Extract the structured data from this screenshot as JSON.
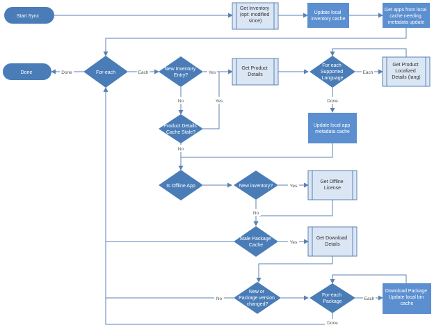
{
  "colors": {
    "shape_fill": "#4a7db8",
    "process_fill": "#5b8fd0",
    "subprocess_fill": "#dbe6f4",
    "subprocess_text": "#333333",
    "line": "#5a82b4",
    "label_bg": "#ffffff"
  },
  "nodes": {
    "start_sync": "Start Sync",
    "get_inventory": [
      "Get Inventory",
      "(opt: modified",
      "since)"
    ],
    "update_inventory_cache": [
      "Update local",
      "inventory cache"
    ],
    "get_apps_needing_update": [
      "Get apps from local",
      "cache needing",
      "metadata update"
    ],
    "done_terminal": "Done",
    "for_each_main": "For-each",
    "new_inventory_entry": [
      "New Inventory",
      "Entry?"
    ],
    "get_product_details": [
      "Get Product",
      "Details"
    ],
    "for_each_language": [
      "For each",
      "Supported",
      "Language"
    ],
    "get_product_localized": [
      "Get Product",
      "Localized",
      "Details (lang)"
    ],
    "product_details_stale": [
      "Product Details",
      "Cache Stale?"
    ],
    "update_app_metadata": [
      "Update local app",
      "metadata cache"
    ],
    "is_offline_app": "Is Offline App",
    "new_inventory": "New inventory?",
    "get_offline_license": [
      "Get Offline",
      "License"
    ],
    "stale_package_cache": [
      "Stale Package",
      "Cache"
    ],
    "get_download_details": [
      "Get Download",
      "Details"
    ],
    "new_or_package_changed": [
      "New or",
      "Package version",
      "changed?"
    ],
    "for_each_package": [
      "For-each",
      "Package"
    ],
    "download_package": [
      "Download Package",
      "Update local bin",
      "cache"
    ]
  },
  "edge_labels": {
    "done_main": "Done",
    "each_main": "Each",
    "yes_new_entry": "Yes",
    "each_language": "Each",
    "no_new_entry": "No",
    "yes_stale": "Yes",
    "done_language": "Done",
    "no_stale": "No",
    "yes_new_inventory": "Yes",
    "no_new_inventory": "No",
    "yes_stale_package": "Yes",
    "no_package_changed": "No",
    "each_package": "Each",
    "done_package": "Done"
  }
}
